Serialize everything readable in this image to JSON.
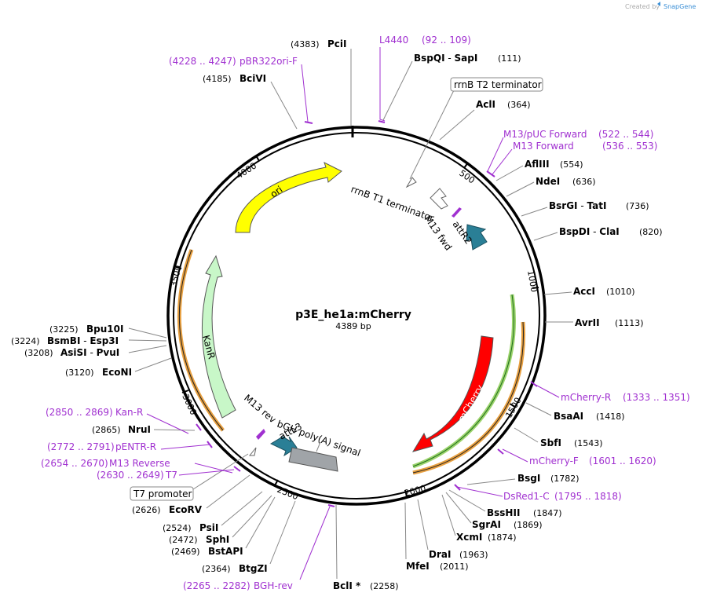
{
  "credit": {
    "prefix": "Created by",
    "brand": "SnapGene"
  },
  "plasmid": {
    "name": "p3E_he1a:mCherry",
    "size_label": "4389 bp"
  },
  "ticks": [
    "500",
    "1000",
    "1500",
    "2000",
    "2500",
    "3000",
    "3500",
    "4000"
  ],
  "features": {
    "ori": "ori",
    "kanr": "KanR",
    "mcherry": "mCherry",
    "attr2": "attR2",
    "m13fwd": "M13 fwd",
    "m13rev": "M13 rev",
    "rrnb_t1": "rrnB T1 terminator",
    "rrnb_t2": "rrnB T2 terminator",
    "bgh": "bGH poly(A) signal",
    "attl3": "attL3",
    "t7promoter": "T7 promoter"
  },
  "enzymes": {
    "pcii": {
      "name": "PciI",
      "pos": "(4383)"
    },
    "bspqi": {
      "name": "BspQI",
      "sep": " - ",
      "name2": "SapI",
      "pos": "(111)"
    },
    "bcivi": {
      "name": "BciVI",
      "pos": "(4185)"
    },
    "acli": {
      "name": "AclI",
      "pos": "(364)"
    },
    "aflIII": {
      "name": "AflIII",
      "pos": "(554)"
    },
    "ndei": {
      "name": "NdeI",
      "pos": "(636)"
    },
    "bsrgi": {
      "name": "BsrGI",
      "sep": " - ",
      "name2": "TatI",
      "pos": "(736)"
    },
    "bspdi": {
      "name": "BspDI",
      "sep": " - ",
      "name2": "ClaI",
      "pos": "(820)"
    },
    "acci": {
      "name": "AccI",
      "pos": "(1010)"
    },
    "avrii": {
      "name": "AvrII",
      "pos": "(1113)"
    },
    "bsaai": {
      "name": "BsaAI",
      "pos": "(1418)"
    },
    "sbfi": {
      "name": "SbfI",
      "pos": "(1543)"
    },
    "bsgi": {
      "name": "BsgI",
      "pos": "(1782)"
    },
    "bsshii": {
      "name": "BssHII",
      "pos": "(1847)"
    },
    "sgrai": {
      "name": "SgrAI",
      "pos": "(1869)"
    },
    "xcmi": {
      "name": "XcmI",
      "pos": "(1874)"
    },
    "drai": {
      "name": "DraI",
      "pos": "(1963)"
    },
    "mfei": {
      "name": "MfeI",
      "pos": "(2011)"
    },
    "bcli": {
      "name": "BclI *",
      "pos": "(2258)"
    },
    "btgzi": {
      "name": "BtgZI",
      "pos": "(2364)"
    },
    "bstapi": {
      "name": "BstAPI",
      "pos": "(2469)"
    },
    "sphi": {
      "name": "SphI",
      "pos": "(2472)"
    },
    "psti": {
      "name": "PsiI",
      "pos": "(2524)"
    },
    "ecorv": {
      "name": "EcoRV",
      "pos": "(2626)"
    },
    "nrui": {
      "name": "NruI",
      "pos": "(2865)"
    },
    "econi": {
      "name": "EcoNI",
      "pos": "(3120)"
    },
    "asisi": {
      "name": "AsiSI",
      "sep": " - ",
      "name2": "PvuI",
      "pos": "(3208)"
    },
    "bsmbi": {
      "name": "BsmBI",
      "sep": " - ",
      "name2": "Esp3I",
      "pos": "(3224)"
    },
    "bpu10i": {
      "name": "Bpu10I",
      "pos": "(3225)"
    }
  },
  "primers": {
    "l4440": {
      "name": "L4440",
      "pos": "(92 .. 109)"
    },
    "pbr322": {
      "name": "pBR322ori-F",
      "pos": "(4228 .. 4247)"
    },
    "m13puc": {
      "name": "M13/pUC Forward",
      "pos": "(522 .. 544)"
    },
    "m13fwd": {
      "name": "M13 Forward",
      "pos": "(536 .. 553)"
    },
    "mcherryr": {
      "name": "mCherry-R",
      "pos": "(1333 .. 1351)"
    },
    "mcherryf": {
      "name": "mCherry-F",
      "pos": "(1601 .. 1620)"
    },
    "dsred": {
      "name": "DsRed1-C",
      "pos": "(1795 .. 1818)"
    },
    "bghrev": {
      "name": "BGH-rev",
      "pos": "(2265 .. 2282)"
    },
    "kanr": {
      "name": "Kan-R",
      "pos": "(2850 .. 2869)"
    },
    "pentr": {
      "name": "pENTR-R",
      "pos": "(2772 .. 2791)"
    },
    "m13rev": {
      "name": "M13 Reverse",
      "pos": "(2654 .. 2670)"
    },
    "t7": {
      "name": "T7",
      "pos": "(2630 .. 2649)"
    }
  },
  "colors": {
    "backbone": "#000000",
    "ori": "#ffff00",
    "kanr": "#c8f7c8",
    "mcherry": "#ff0000",
    "attsite": "#2a7f96",
    "bgh": "#a0a4a8",
    "primer": "#a030d0",
    "orf_orange": "#e8a040",
    "orf_green": "#2faa2f"
  }
}
